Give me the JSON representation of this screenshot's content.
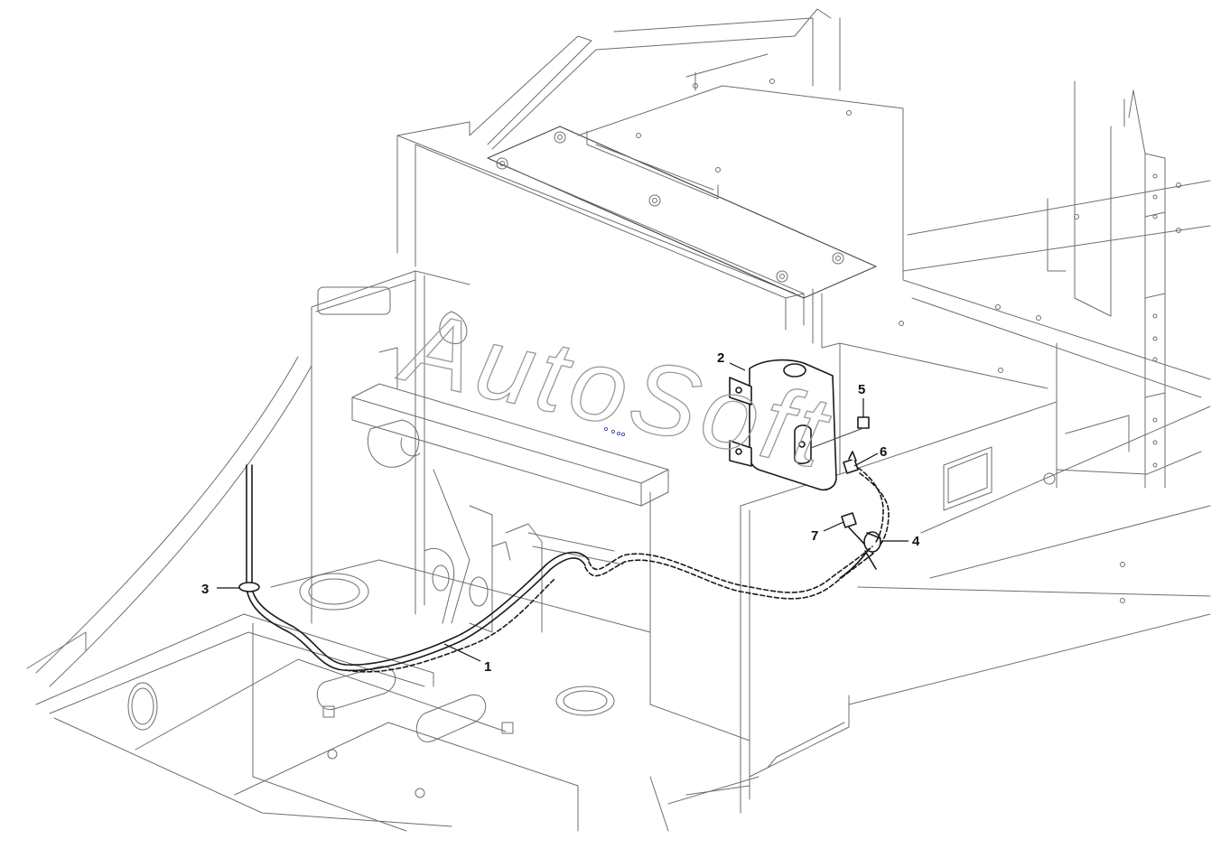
{
  "watermark": "AutoSoft",
  "callouts": [
    {
      "id": "1",
      "label": "1"
    },
    {
      "id": "2",
      "label": "2"
    },
    {
      "id": "3",
      "label": "3"
    },
    {
      "id": "4",
      "label": "4"
    },
    {
      "id": "5",
      "label": "5"
    },
    {
      "id": "6",
      "label": "6"
    },
    {
      "id": "7",
      "label": "7"
    }
  ],
  "colors": {
    "line": "#6e6e6e",
    "part_line": "#1a1a1a",
    "watermark": "#9a9a9a",
    "background": "#ffffff"
  }
}
